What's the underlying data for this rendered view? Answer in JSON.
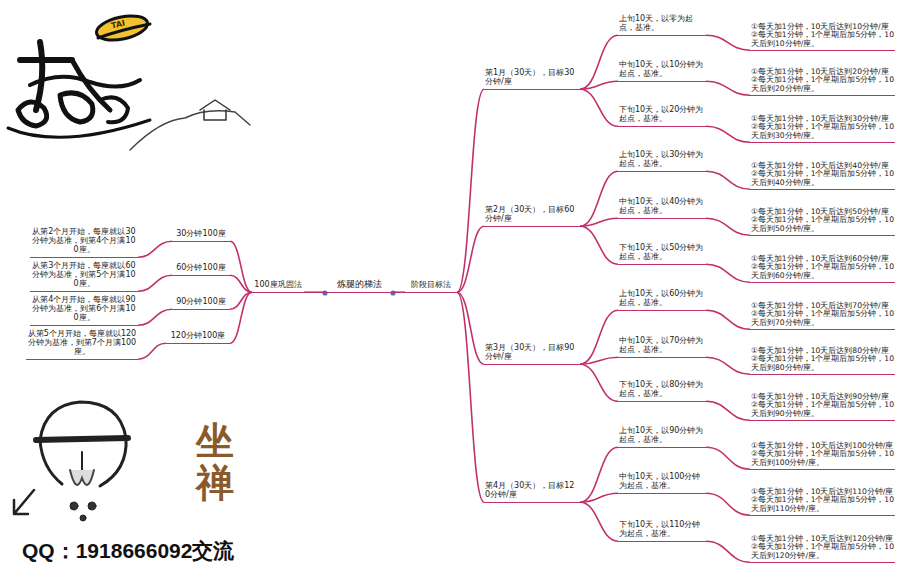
{
  "diagram": {
    "nodes": [
      {
        "text": [
          "炼腿的梯法"
        ]
      },
      {
        "text": [
          "100座巩固法"
        ]
      },
      {
        "text": [
          "阶段目标法"
        ]
      },
      {
        "text": [
          "30分钟100座"
        ]
      },
      {
        "text": [
          "从第2个月开始，每座就以30分钟为基准，到第4个月满100座。"
        ]
      },
      {
        "text": [
          "60分钟100座"
        ]
      },
      {
        "text": [
          "从第3个月开始，每座就以60分钟为基准，到第5个月满100座。"
        ]
      },
      {
        "text": [
          "90分钟100座"
        ]
      },
      {
        "text": [
          "从第4个月开始，每座就以90分钟为基准，到第6个月满100座。"
        ]
      },
      {
        "text": [
          "120分钟100座"
        ]
      },
      {
        "text": [
          "从第5个月开始，每座就以120分钟为基准，到第7个月满100座。"
        ]
      },
      {
        "text": [
          "第1月（30天），目标30分钟/座"
        ]
      },
      {
        "text": [
          "上旬10天，以零为起点，基准。"
        ]
      },
      {
        "text": [
          "①每天加1分钟，10天后达到10分钟/座",
          "②每天加1分钟，1个星期后加5分钟，10天后到10分钟/座。"
        ]
      },
      {
        "text": [
          "中旬10天，以10分钟为起点，基准。"
        ]
      },
      {
        "text": [
          "①每天加1分钟，10天后达到20分钟/座",
          "②每天加1分钟，1个星期后加5分钟，10天后到20分钟/座。"
        ]
      },
      {
        "text": [
          "下旬10天，以20分钟为起点，基准。"
        ]
      },
      {
        "text": [
          "①每天加1分钟，10天后达到30分钟/座",
          "②每天加1分钟，1个星期后加5分钟，10天后到30分钟/座。"
        ]
      },
      {
        "text": [
          "第2月（30天），目标60分钟/座"
        ]
      },
      {
        "text": [
          "上旬10天，以30分钟为起点，基准。"
        ]
      },
      {
        "text": [
          "①每天加1分钟，10天后达到40分钟/座",
          "②每天加1分钟，1个星期后加5分钟，10天后到40分钟/座。"
        ]
      },
      {
        "text": [
          "中旬10天，以40分钟为起点，基准。"
        ]
      },
      {
        "text": [
          "①每天加1分钟，10天后达到50分钟/座",
          "②每天加1分钟，1个星期后加5分钟，10天后到50分钟/座。"
        ]
      },
      {
        "text": [
          "下旬10天，以50分钟为起点，基准。"
        ]
      },
      {
        "text": [
          "①每天加1分钟，10天后达到60分钟/座",
          "②每天加1分钟，1个星期后加5分钟，10天后到60分钟/座。"
        ]
      },
      {
        "text": [
          "第3月（30天），目标90分钟/座"
        ]
      },
      {
        "text": [
          "上旬10天，以60分钟为起点，基准。"
        ]
      },
      {
        "text": [
          "①每天加1分钟，10天后达到70分钟/座",
          "②每天加1分钟，1个星期后加5分钟，10天后到70分钟/座。"
        ]
      },
      {
        "text": [
          "中旬10天，以70分钟为起点，基准。"
        ]
      },
      {
        "text": [
          "①每天加1分钟，10天后达到80分钟/座",
          "②每天加1分钟，1个星期后加5分钟，10天后到80分钟/座。"
        ]
      },
      {
        "text": [
          "下旬10天，以80分钟为起点，基准。"
        ]
      },
      {
        "text": [
          "①每天加1分钟，10天后达到90分钟/座",
          "②每天加1分钟，1个星期后加5分钟，10天后到90分钟/座。"
        ]
      },
      {
        "text": [
          "第4月（30天），目标120分钟/座"
        ]
      },
      {
        "text": [
          "上旬10天，以90分钟为起点，基准。"
        ]
      },
      {
        "text": [
          "①每天加1分钟，10天后达到100分钟/座",
          "②每天加1分钟，1个星期后加5分钟，10天后到100分钟/座。"
        ]
      },
      {
        "text": [
          "中旬10天，以100分钟为起点，基准。"
        ]
      },
      {
        "text": [
          "①每天加1分钟，10天后达到110分钟/座",
          "②每天加1分钟，1个星期后加5分钟，10天后到110分钟/座。"
        ]
      },
      {
        "text": [
          "下旬10天，以110分钟为起点，基准。"
        ]
      },
      {
        "text": [
          "①每天加1分钟，10天后达到120分钟/座",
          "②每天加1分钟，1个星期后加5分钟，10天后到120分钟/座。"
        ]
      }
    ],
    "edges": [
      {
        "from": 0,
        "to": 1,
        "arrow": "none"
      },
      {
        "from": 0,
        "to": 2,
        "arrow": "none"
      },
      {
        "from": 1,
        "to": 3,
        "arrow": "none"
      },
      {
        "from": 3,
        "to": 4,
        "arrow": "none"
      },
      {
        "from": 1,
        "to": 5,
        "arrow": "none"
      },
      {
        "from": 5,
        "to": 6,
        "arrow": "none"
      },
      {
        "from": 1,
        "to": 7,
        "arrow": "none"
      },
      {
        "from": 7,
        "to": 8,
        "arrow": "none"
      },
      {
        "from": 1,
        "to": 9,
        "arrow": "none"
      },
      {
        "from": 9,
        "to": 10,
        "arrow": "none"
      },
      {
        "from": 2,
        "to": 11,
        "arrow": "none"
      },
      {
        "from": 11,
        "to": 12,
        "arrow": "none"
      },
      {
        "from": 12,
        "to": 13,
        "arrow": "none"
      },
      {
        "from": 11,
        "to": 14,
        "arrow": "none"
      },
      {
        "from": 14,
        "to": 15,
        "arrow": "none"
      },
      {
        "from": 11,
        "to": 16,
        "arrow": "none"
      },
      {
        "from": 16,
        "to": 17,
        "arrow": "none"
      },
      {
        "from": 2,
        "to": 18,
        "arrow": "none"
      },
      {
        "from": 18,
        "to": 19,
        "arrow": "none"
      },
      {
        "from": 19,
        "to": 20,
        "arrow": "none"
      },
      {
        "from": 18,
        "to": 21,
        "arrow": "none"
      },
      {
        "from": 21,
        "to": 22,
        "arrow": "none"
      },
      {
        "from": 18,
        "to": 23,
        "arrow": "none"
      },
      {
        "from": 23,
        "to": 24,
        "arrow": "none"
      },
      {
        "from": 2,
        "to": 25,
        "arrow": "none"
      },
      {
        "from": 25,
        "to": 26,
        "arrow": "none"
      },
      {
        "from": 26,
        "to": 27,
        "arrow": "none"
      },
      {
        "from": 25,
        "to": 28,
        "arrow": "none"
      },
      {
        "from": 28,
        "to": 29,
        "arrow": "none"
      },
      {
        "from": 25,
        "to": 30,
        "arrow": "none"
      },
      {
        "from": 30,
        "to": 31,
        "arrow": "none"
      },
      {
        "from": 2,
        "to": 32,
        "arrow": "none"
      },
      {
        "from": 32,
        "to": 33,
        "arrow": "none"
      },
      {
        "from": 33,
        "to": 34,
        "arrow": "none"
      },
      {
        "from": 32,
        "to": 35,
        "arrow": "none"
      },
      {
        "from": 35,
        "to": 36,
        "arrow": "none"
      },
      {
        "from": 32,
        "to": 37,
        "arrow": "none"
      },
      {
        "from": 37,
        "to": 38,
        "arrow": "none"
      }
    ],
    "labels": [
      "TAI",
      "坐禅",
      "QQ：1918666092交流"
    ]
  }
}
